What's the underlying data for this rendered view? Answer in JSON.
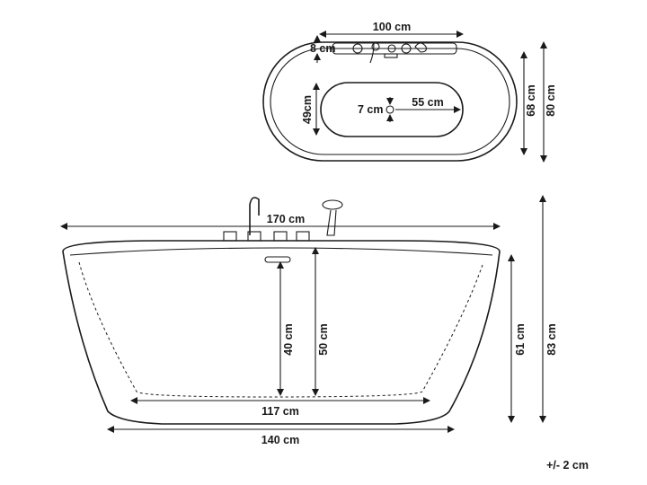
{
  "top_view": {
    "width": "100 cm",
    "rim": "8 cm",
    "inner_height": "49cm",
    "drain": "7 cm",
    "drain_offset": "55 cm",
    "depth_outer": "80 cm",
    "depth_inner": "68 cm"
  },
  "side_view": {
    "length_total": "170 cm",
    "inner_bottom": "117 cm",
    "base_length": "140 cm",
    "water_depth_1": "40 cm",
    "water_depth_2": "50 cm",
    "height_tub": "61 cm",
    "height_total": "83 cm"
  },
  "tolerance": "+/- 2 cm"
}
